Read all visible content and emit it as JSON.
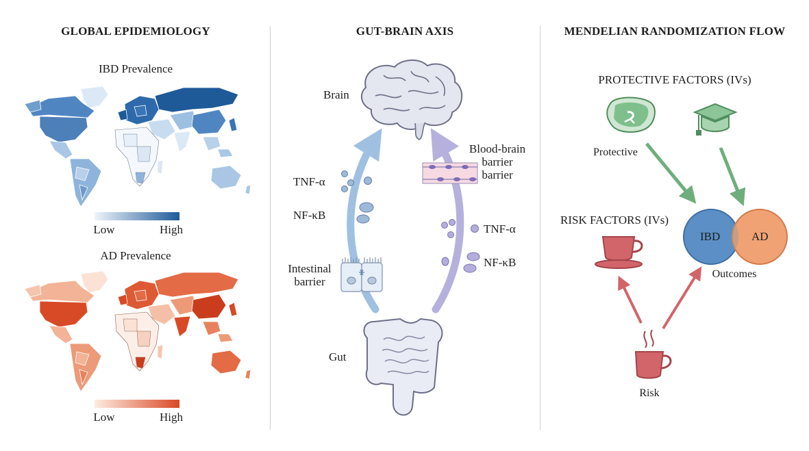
{
  "panels": {
    "epidemiology": {
      "title": "GLOBAL EPIDEMIOLOGY",
      "ibd_map": {
        "title": "IBD Prevalence",
        "legend_low": "Low",
        "legend_high": "High",
        "color_low": "#eef4fb",
        "color_high": "#1f5a98"
      },
      "ad_map": {
        "title": "AD Prevalence",
        "legend_low": "Low",
        "legend_high": "High",
        "color_low": "#fdece2",
        "color_high": "#d84a26"
      }
    },
    "gut_brain": {
      "title": "GUT-BRAIN AXIS",
      "brain_label": "Brain",
      "bbb_label_line1": "Blood-brain",
      "bbb_label_line2": "barrier",
      "bbb_label_line3": "barrier",
      "tnf_left": "TNF-α",
      "nfkb_left": "NF-κB",
      "tnf_right": "TNF-α",
      "nfkb_right": "NF-κB",
      "intestinal_line1": "Intestinal",
      "intestinal_line2": "barrier",
      "gut_label": "Gut",
      "up_arrow_color": "#8fb6dc",
      "down_arrow_color": "#a9a4d6"
    },
    "mr_flow": {
      "title": "MENDELIAN RANDOMIZATION FLOW",
      "protective_title": "PROTECTIVE FACTORS (IVs)",
      "protective_label": "Protective",
      "risk_title": "RISK FACTORS (IVs)",
      "risk_label": "Risk",
      "ibd_label": "IBD",
      "ad_label": "AD",
      "outcomes_label": "Outcomes",
      "protective_color": "#6fae7c",
      "risk_color": "#d2656a",
      "ibd_color": "#5b8fc5",
      "ad_color": "#f1a275"
    }
  }
}
